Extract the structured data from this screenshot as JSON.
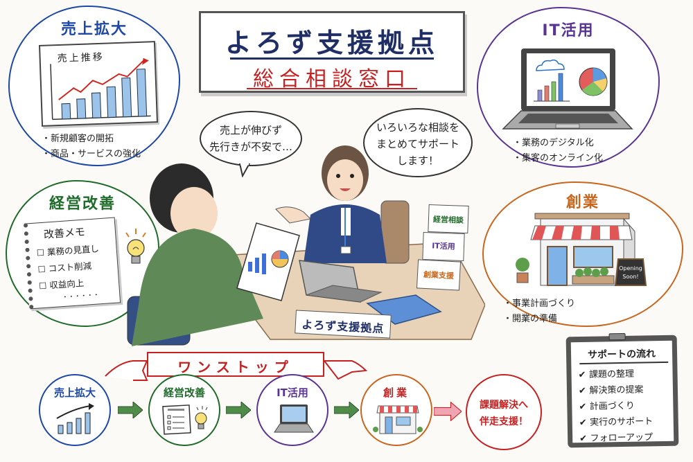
{
  "title": {
    "main": "よろず支援拠点",
    "sub": "総合相談窓口"
  },
  "colors": {
    "sales": "#1d48a8",
    "management": "#1f6b2a",
    "it": "#5a3493",
    "startup": "#c8661e",
    "accent_red": "#c62020",
    "navy": "#1f2f66",
    "flow_arrow": "#4f8c4a",
    "final_arrow": "#f0a5b5"
  },
  "clouds": {
    "sales": {
      "title": "売上拡大",
      "chart_title": "売上推移",
      "bullets": [
        "新規顧客の開拓",
        "商品・サービスの強化"
      ]
    },
    "it": {
      "title": "IT活用",
      "bullets": [
        "業務のデジタル化",
        "集客のオンライン化"
      ]
    },
    "management": {
      "title": "経営改善",
      "memo_title": "改善メモ",
      "memo_items": [
        "業務の見直し",
        "コスト削減",
        "収益向上"
      ],
      "memo_ellipsis": "・・・・・・"
    },
    "startup": {
      "title": "創業",
      "sign_text": "Opening Soon!",
      "bullets": [
        "事業計画づくり",
        "開業の準備"
      ]
    }
  },
  "speech": {
    "client": [
      "売上が伸びず",
      "先行きが不安で…"
    ],
    "consultant": [
      "いろいろな相談を",
      "まとめてサポート",
      "します！"
    ]
  },
  "desk": {
    "nameplate": "よろず支援拠点",
    "brochures": [
      "経営相談",
      "IT活用",
      "創業支援"
    ]
  },
  "flow": {
    "ribbon": "ワンストップ",
    "steps": [
      {
        "label": "売上拡大"
      },
      {
        "label": "経営改善"
      },
      {
        "label": "IT活用"
      },
      {
        "label": "創業"
      }
    ],
    "goal": [
      "課題解決へ",
      "伴走支援！"
    ]
  },
  "support_flow": {
    "title": "サポートの流れ",
    "items": [
      "課題の整理",
      "解決策の提案",
      "計画づくり",
      "実行のサポート",
      "フォローアップ"
    ]
  }
}
